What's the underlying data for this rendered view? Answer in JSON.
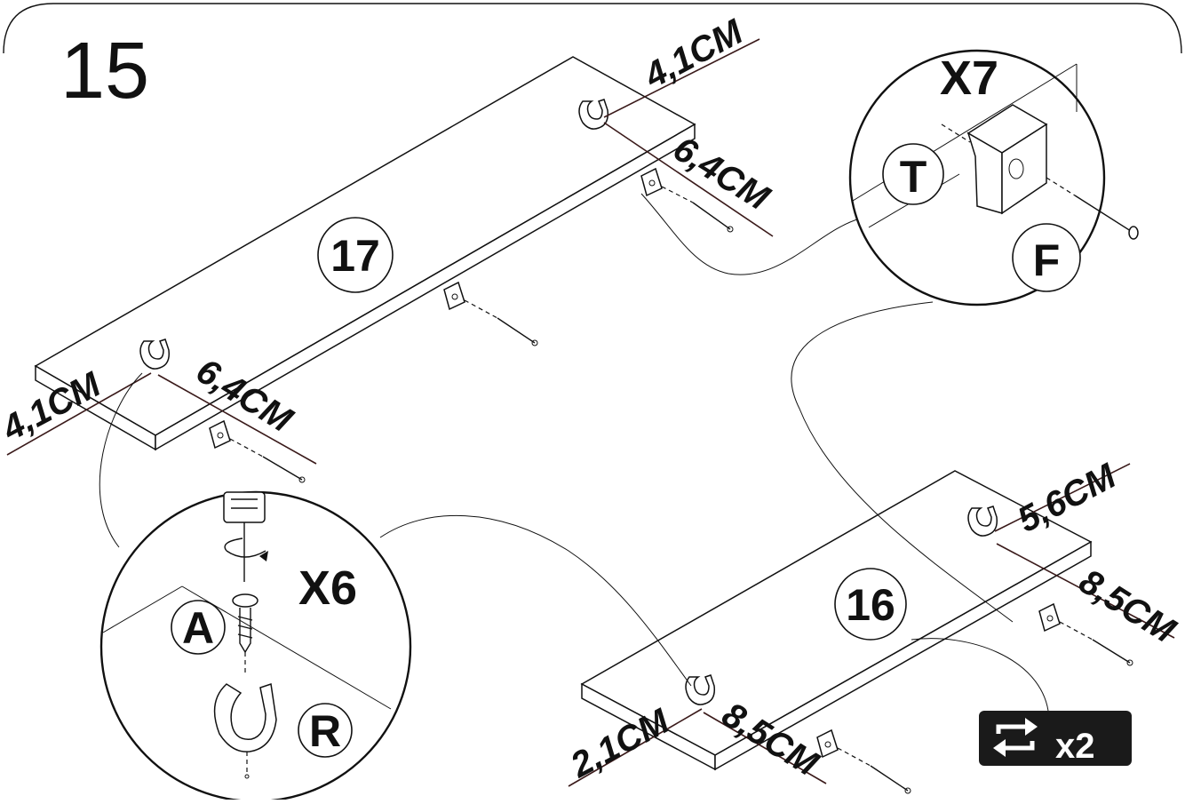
{
  "step_number": "15",
  "panel_17": {
    "label": "17",
    "dims": {
      "left_edge": "4,1CM",
      "left_depth": "6,4CM",
      "right_edge": "4,1CM",
      "right_depth": "6,4CM"
    }
  },
  "panel_16": {
    "label": "16",
    "dims": {
      "left_edge": "2,1CM",
      "left_depth": "8,5CM",
      "right_edge": "5,6CM",
      "right_depth": "8,5CM"
    }
  },
  "detail_clip": {
    "count": "X6",
    "screw_label": "A",
    "clip_label": "R"
  },
  "detail_block": {
    "count": "X7",
    "block_label": "T",
    "nail_label": "F"
  },
  "repeat_badge": {
    "text": "x2",
    "icon": "repeat-arrows-icon"
  }
}
